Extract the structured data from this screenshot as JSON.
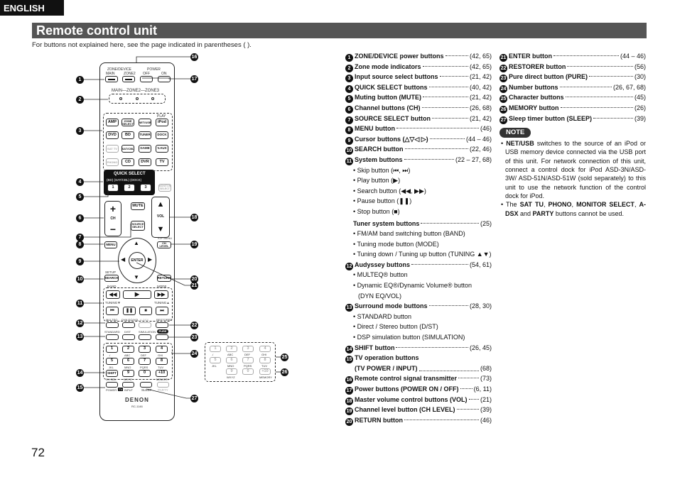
{
  "header": {
    "language": "ENGLISH",
    "title": "Remote control unit",
    "subtitle": "For buttons not explained here, see the page indicated in parentheses ( )."
  },
  "footer": {
    "page_number": "72"
  },
  "remote": {
    "zone_device": "ZONE/DEVICE",
    "main": "MAIN",
    "zone2": "ZONE2",
    "zone3": "ZONE3",
    "power": "POWER",
    "off": "OFF",
    "on": "ON",
    "main_zone2_label": "MAIN—ZONE2—ZONE3",
    "amp": "AMP",
    "zone_select": "ZONE SELECT",
    "net_usb": "NET/USB",
    "play": "PLAY",
    "ipod": "iPod",
    "dvd": "DVD",
    "bd": "BD",
    "tuner": "TUNER",
    "dock": "DOCK",
    "sat_tv": "SAT TV",
    "sat_cbl": "SAT/CBL",
    "game": "GAME",
    "v_aux": "V.AUX",
    "phono": "PHONO",
    "cd": "CD",
    "dvr": "DVR",
    "tv": "TV",
    "quick_select": "QUICK SELECT",
    "qs_sub": "(BD)  (SAT/CBL)  (DOCK)",
    "qs1": "1",
    "qs2": "2",
    "qs3": "3",
    "monitor_select": "MONITOR SELECT",
    "plus": "+",
    "minus": "−",
    "ch": "CH",
    "mute": "MUTE",
    "vol": "VOL",
    "source_select": "SOURCE SELECT",
    "top_menu": "TOP MENU",
    "menu": "MENU",
    "ch_level": "CH LEVEL",
    "enter": "ENTER",
    "setup": "SETUP",
    "search": "SEARCH",
    "return": "RETURN",
    "band": "BAND",
    "mode": "MODE",
    "tuning_down": "TUNING▼",
    "tuning_up": "TUNING▲",
    "multeq": "MULTEQ",
    "dyn_eq": "DYN EQ/VOL",
    "a_dsx": "A-DSX",
    "restorer": "RESTORER",
    "standard": "STANDARD",
    "d_st": "D/ST",
    "simulation": "SIMULATION",
    "pure": "PURE",
    "keys": [
      "1",
      "2",
      "3",
      "4",
      "5",
      "6",
      "7",
      "8",
      "SHIFT",
      "9",
      "0",
      "+10"
    ],
    "key_subs": [
      "./",
      "ABC",
      "DEF",
      "GHI",
      "JKL",
      "MNO",
      "PQRS",
      "TUV",
      "WXYZ"
    ],
    "ch_sel": "CH SEL",
    "input_lbl": "INPUT",
    "memory": "MEMORY",
    "sleep": "SLEEP",
    "party": "PARTY",
    "tv_power": "POWER",
    "tv_input": "INPUT",
    "brand": "DENON",
    "model": "RC-1146"
  },
  "panel": {
    "keys": [
      "1",
      "2",
      "3",
      "4",
      "5",
      "6",
      "7",
      "8",
      "9",
      "0",
      "+10"
    ],
    "subs": [
      "./",
      "ABC",
      "DEF",
      "GHI",
      "JKL",
      "MNO",
      "PQRS",
      "TUV",
      "WXYZ"
    ],
    "memory": "MEMORY"
  },
  "callouts": [
    "1",
    "2",
    "3",
    "4",
    "5",
    "6",
    "7",
    "8",
    "9",
    "10",
    "11",
    "12",
    "13",
    "14",
    "15",
    "16",
    "17",
    "18",
    "19",
    "20",
    "21",
    "22",
    "23",
    "24",
    "25",
    "26",
    "27"
  ],
  "items_left": [
    {
      "n": "1",
      "label": "ZONE/DEVICE power buttons",
      "page": "(42, 65)"
    },
    {
      "n": "2",
      "label": "Zone mode indicators",
      "page": "(42, 65)"
    },
    {
      "n": "3",
      "label": "Input source select buttons",
      "page": "(21, 42)"
    },
    {
      "n": "4",
      "label": "QUICK SELECT buttons",
      "page": "(40, 42)"
    },
    {
      "n": "5",
      "label": "Muting button (MUTE)",
      "page": "(21, 42)"
    },
    {
      "n": "6",
      "label": "Channel buttons (CH)",
      "page": "(26, 68)"
    },
    {
      "n": "7",
      "label": "SOURCE SELECT button",
      "page": "(21, 42)"
    },
    {
      "n": "8",
      "label": "MENU button",
      "page": "(46)"
    },
    {
      "n": "9",
      "label": "Cursor buttons (△▽◁ ▷)",
      "page": "(44 – 46)"
    },
    {
      "n": "10",
      "label": "SEARCH button",
      "page": "(22, 46)"
    },
    {
      "n": "11",
      "label": "System buttons",
      "page": "(22 – 27, 68)"
    }
  ],
  "system_subs": [
    "• Skip button (⏮, ⏭)",
    "• Play button (▶)",
    "• Search button (◀◀, ▶▶)",
    "• Pause button (❚❚)",
    "• Stop button (■)"
  ],
  "tuner": {
    "label": "Tuner system buttons",
    "page": "(25)",
    "subs": [
      "• FM/AM band switching button (BAND)",
      "• Tuning mode button (MODE)",
      "• Tuning down / Tuning up button (TUNING ▲▼)"
    ]
  },
  "item12": {
    "n": "12",
    "label": "Audyssey buttons",
    "page": "(54, 61)"
  },
  "audyssey_subs": [
    "• MULTEQ® button",
    "• Dynamic EQ®/Dynamic Volume® button",
    "  (DYN EQ/VOL)"
  ],
  "item13": {
    "n": "13",
    "label": "Surround mode buttons",
    "page": "(28, 30)"
  },
  "surround_subs": [
    "• STANDARD button",
    "• Direct / Stereo button (D/ST)",
    "• DSP simulation button (SIMULATION)"
  ],
  "items_left2": [
    {
      "n": "14",
      "label": "SHIFT button",
      "page": "(26, 45)"
    }
  ],
  "item15": {
    "n": "15",
    "label": "TV operation buttons",
    "cont": "(TV POWER / INPUT)",
    "page": "(68)"
  },
  "items_left3": [
    {
      "n": "16",
      "label": "Remote control signal transmitter",
      "page": "(73)"
    },
    {
      "n": "17",
      "label": "Power buttons (POWER ON / OFF)",
      "page": "(6, 11)"
    },
    {
      "n": "18",
      "label": "Master volume control buttons (VOL)",
      "page": "(21)"
    },
    {
      "n": "19",
      "label": "Channel level button (CH LEVEL)",
      "page": "(39)"
    },
    {
      "n": "20",
      "label": "RETURN button",
      "page": "(46)"
    }
  ],
  "items_right": [
    {
      "n": "21",
      "label": "ENTER button",
      "page": "(44 – 46)"
    },
    {
      "n": "22",
      "label": "RESTORER button",
      "page": "(56)"
    },
    {
      "n": "23",
      "label": "Pure direct button (PURE)",
      "page": "(30)"
    },
    {
      "n": "24",
      "label": "Number buttons",
      "page": "(26, 67, 68)"
    },
    {
      "n": "25",
      "label": "Character buttons",
      "page": "(45)"
    },
    {
      "n": "26",
      "label": "MEMORY button",
      "page": "(26)"
    },
    {
      "n": "27",
      "label": "Sleep timer button (SLEEP)",
      "page": "(39)"
    }
  ],
  "note": {
    "label": "NOTE",
    "b1_bold": "NET/USB",
    "b1_text": " switches to the source of an iPod or USB memory device connected via the USB port of this unit. For network connection of this unit, connect a control dock for iPod ASD-3N/ASD-3W/ ASD-51N/ASD-51W (sold separately) to this unit to use the network function of the control dock for iPod.",
    "b2_pre": "The ",
    "b2_bold1": "SAT TU",
    "b2_sep1": ", ",
    "b2_bold2": "PHONO",
    "b2_sep2": ", ",
    "b2_bold3": "MONITOR SELECT",
    "b2_sep3": ", ",
    "b2_bold4": "A-DSX",
    "b2_mid": " and ",
    "b2_bold5": "PARTY",
    "b2_end": " buttons cannot be used."
  }
}
